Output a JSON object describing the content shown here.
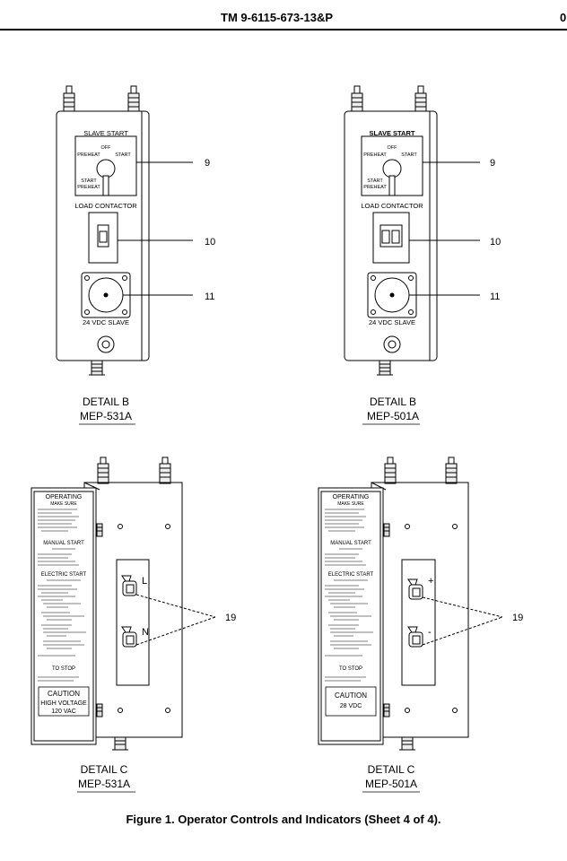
{
  "header": {
    "doc_number": "TM 9-6115-673-13&P",
    "page_fragment": "0"
  },
  "panels": {
    "slave_start": "SLAVE START",
    "sw_off": "OFF",
    "sw_preheat": "PREHEAT",
    "sw_start": "START",
    "sw_start_preheat_1": "START",
    "sw_start_preheat_2": "PREHEAT",
    "load_contactor": "LOAD CONTACTOR",
    "vdc_slave": "24 VDC SLAVE"
  },
  "details": {
    "b_left": {
      "title": "DETAIL B",
      "model": "MEP-531A"
    },
    "b_right": {
      "title": "DETAIL B",
      "model": "MEP-501A"
    },
    "c_left": {
      "title": "DETAIL C",
      "model": "MEP-531A"
    },
    "c_right": {
      "title": "DETAIL C",
      "model": "MEP-501A"
    }
  },
  "callouts": {
    "switch": "9",
    "contactor": "10",
    "receptacle": "11",
    "terminals": "19"
  },
  "terminal_labels": {
    "l": "L",
    "n": "N",
    "plus": "+",
    "minus": "-"
  },
  "plate": {
    "operating": "OPERATING",
    "make_sure": "MAKE SURE",
    "manual_start": "MANUAL START",
    "electric_start": "ELECTRIC START",
    "to_stop": "TO STOP"
  },
  "caution_left": {
    "title": "CAUTION",
    "line1": "HIGH VOLTAGE",
    "line2": "120 VAC"
  },
  "caution_right": {
    "title": "CAUTION",
    "line1": "28 VDC"
  },
  "caption": "Figure 1.   Operator Controls and Indicators (Sheet 4 of 4)."
}
